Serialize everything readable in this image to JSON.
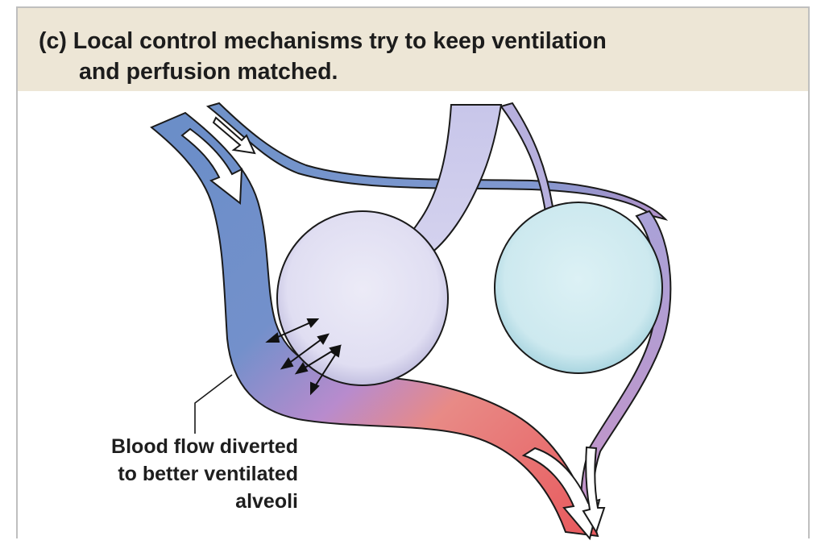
{
  "header": {
    "title_line1": "(c) Local control mechanisms try to keep ventilation",
    "title_line2": "and perfusion matched."
  },
  "callout": {
    "line1": "Blood flow diverted",
    "line2": "to better ventilated",
    "line3": "alveoli"
  },
  "colors": {
    "header_bg": "#ede6d6",
    "deoxygenated_blood": "#6c8fc9",
    "oxygenated_blood": "#e8686a",
    "mixed_blood": "#b38ccf",
    "ventilated_alveolus": "#dcdaf0",
    "poorly_ventilated_alveolus": "#cbe9ef"
  }
}
